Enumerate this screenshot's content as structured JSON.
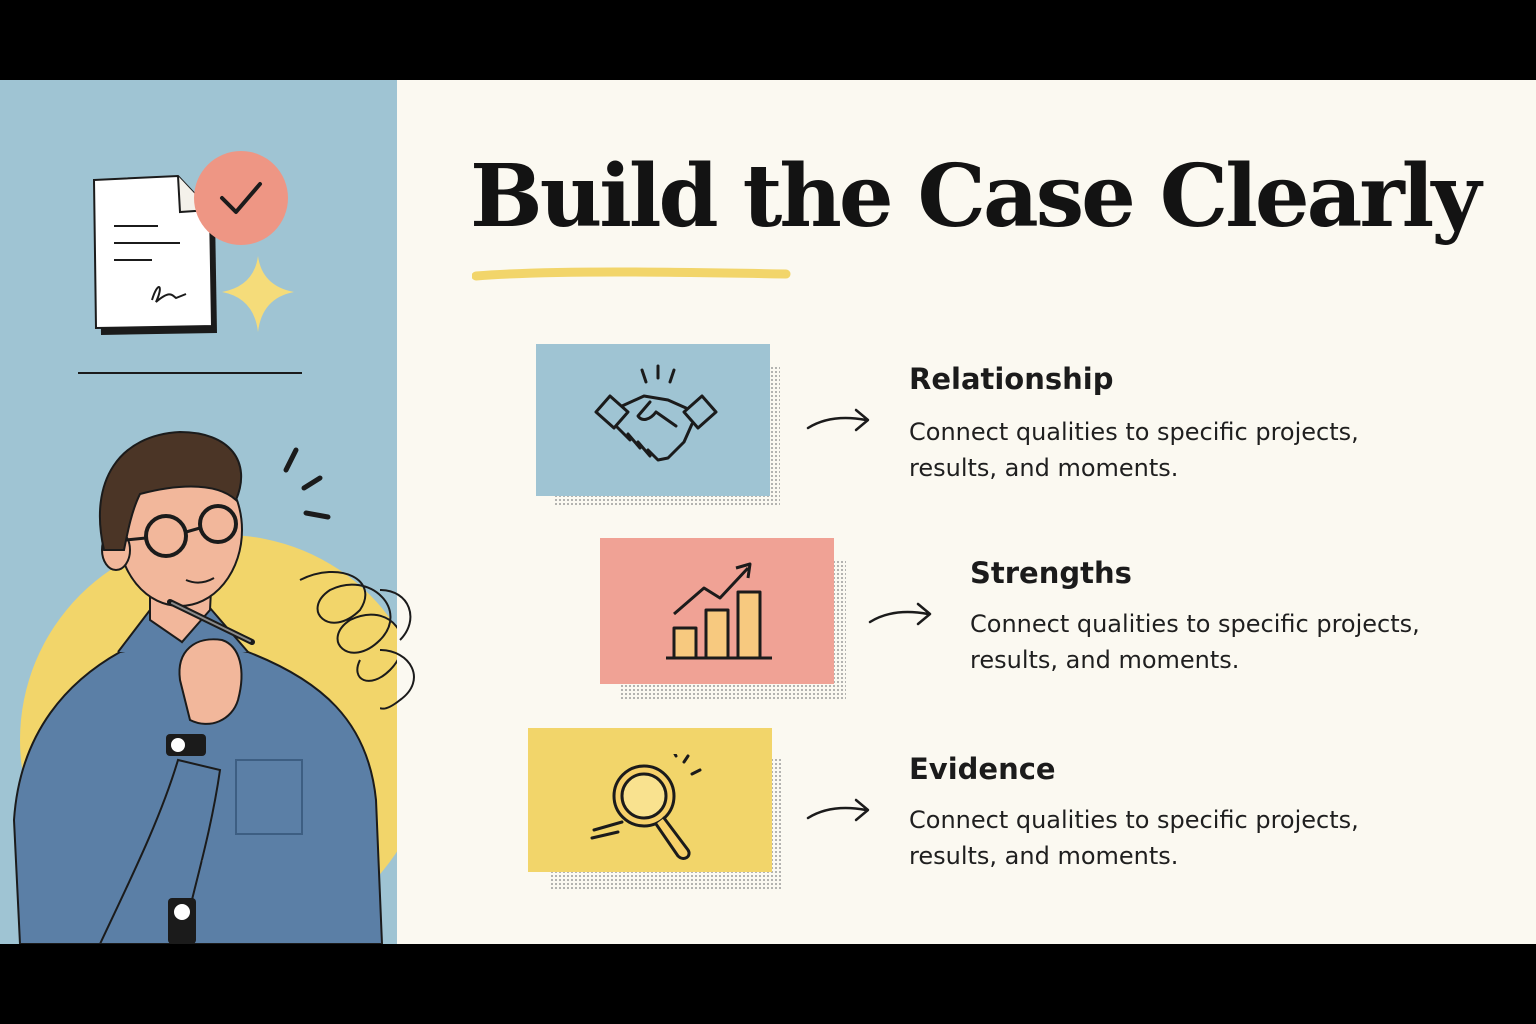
{
  "slide": {
    "title": "Build the Case Clearly",
    "colors": {
      "background": "#fbf9f1",
      "left_panel": "#9fc4d3",
      "accent_yellow": "#f2d56a",
      "accent_pink": "#f0a295",
      "accent_blue": "#9fc4d3",
      "text": "#131313"
    }
  },
  "illustration": {
    "icons": [
      "document-icon",
      "checkmark-badge-icon",
      "sparkle-icon",
      "person-thinking-illustration",
      "pen-icon"
    ]
  },
  "items": [
    {
      "title": "Relationship",
      "description": "Connect qualities to specific projects, results, and moments.",
      "icon": "handshake-icon",
      "card_color": "#9fc4d3"
    },
    {
      "title": "Strengths",
      "description": "Connect qualities to specific projects, results, and moments.",
      "icon": "growth-chart-icon",
      "card_color": "#f0a295"
    },
    {
      "title": "Evidence",
      "description": "Connect qualities to specific projects, results, and moments.",
      "icon": "magnifier-icon",
      "card_color": "#f2d56a"
    }
  ]
}
